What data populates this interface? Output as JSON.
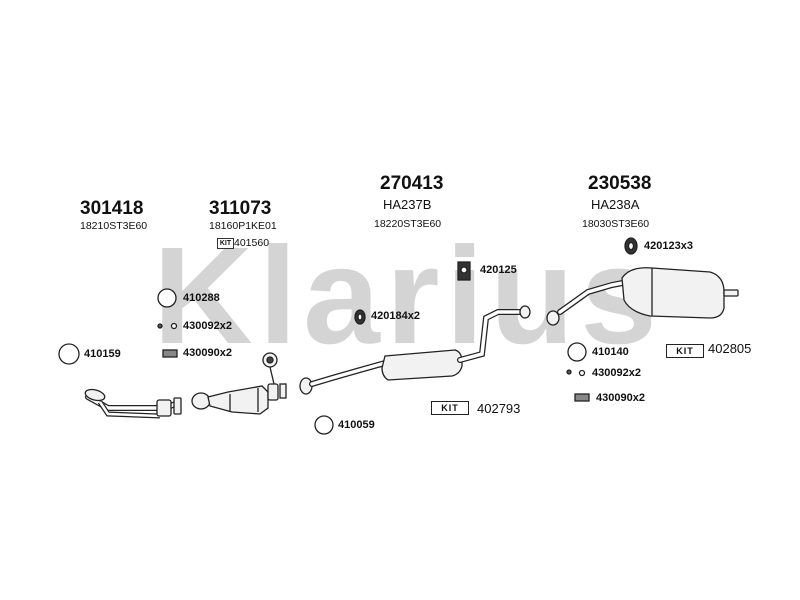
{
  "watermark": "Klarius",
  "sections": [
    {
      "part": "301418",
      "oem": "18210ST3E60"
    },
    {
      "part": "311073",
      "oem": "18160P1KE01",
      "kit": "KIT",
      "kit_number": "401560"
    },
    {
      "part": "270413",
      "oem": "HA237B",
      "oem2": "18220ST3E60"
    },
    {
      "part": "230538",
      "oem": "HA238A",
      "oem2": "18030ST3E60"
    }
  ],
  "items": {
    "ring_410288": "410288",
    "clip_430092_a": "430092x2",
    "nut_430090_a": "430090x2",
    "ring_410159": "410159",
    "hanger_420184": "420184x2",
    "hanger_420125": "420125",
    "hanger_420123": "420123x3",
    "ring_410059": "410059",
    "ring_410140": "410140",
    "clip_430092_b": "430092x2",
    "nut_430090_b": "430090x2"
  },
  "kits": {
    "kit_label": "KIT",
    "kit_402793": "402793",
    "kit_402805": "402805"
  },
  "colors": {
    "watermark": "#d4d4d4",
    "line": "#222222",
    "fill": "#f2f2f2"
  }
}
